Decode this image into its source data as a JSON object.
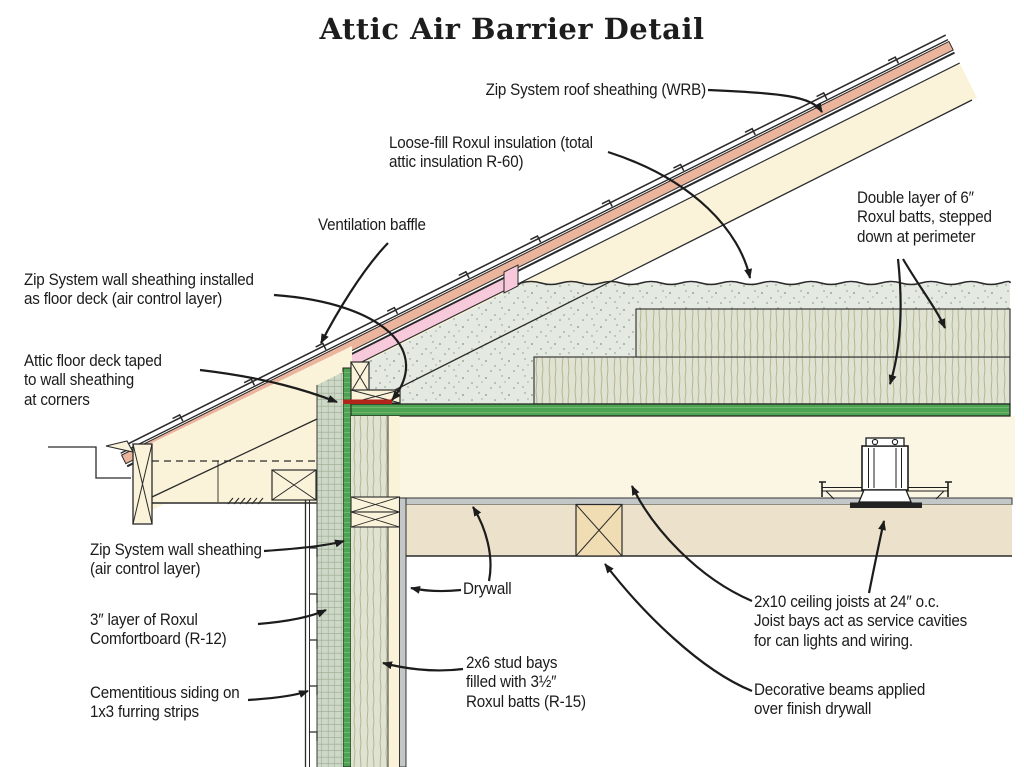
{
  "title": "Attic Air Barrier Detail",
  "colors": {
    "line_dark": "#2a2a2a",
    "zip_sheathing_green": "#4ea352",
    "tape_red": "#b1251a",
    "baffle_pink": "#f7c9da",
    "roof_sheathing_salmon": "#eab49d",
    "framing_cream": "#faf3da",
    "batt_insulation": "#dee3d3",
    "loose_fill": "#e4e9e1",
    "comfortboard": "#cdd8c7",
    "ceiling_tan": "#ece2cb",
    "drywall_gray": "#c3c7c8"
  },
  "labels": {
    "roof_sheathing": "Zip System roof sheathing (WRB)",
    "loose_fill": "Loose-fill Roxul insulation (total\nattic insulation R-60)",
    "ventilation_baffle": "Ventilation baffle",
    "floor_deck": "Zip System wall sheathing installed\nas floor deck (air control layer)",
    "taped_corners": "Attic floor deck taped\nto wall sheathing\nat corners",
    "double_layer": "Double layer of 6″\nRoxul batts, stepped\ndown at perimeter",
    "wall_sheathing": "Zip System wall sheathing\n(air control layer)",
    "comfortboard": "3″ layer of Roxul\nComfortboard (R-12)",
    "siding": "Cementitious siding on\n1x3 furring strips",
    "drywall": "Drywall",
    "stud_bays": "2x6 stud bays\nfilled with 3½″\nRoxul batts (R-15)",
    "ceiling_joists": "2x10 ceiling joists at 24″ o.c.\nJoist bays act as service cavities\nfor can lights and wiring.",
    "decorative_beams": "Decorative beams applied\nover finish drywall"
  }
}
